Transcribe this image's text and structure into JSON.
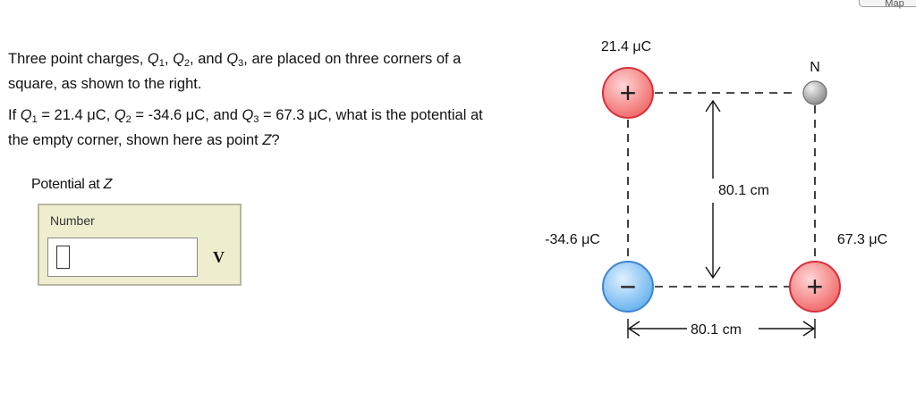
{
  "top_button": {
    "label": "Map"
  },
  "problem": {
    "line1_a": "Three point charges, ",
    "q1": "Q",
    "q1_sub": "1",
    "sep1": ", ",
    "q2": "Q",
    "q2_sub": "2",
    "sep2": ", and ",
    "q3": "Q",
    "q3_sub": "3",
    "line1_b": ", are placed on three corners of a square, as shown to the right.",
    "line2_a": "If ",
    "v1": " = 21.4 μC, ",
    "v2": " = -34.6 μC, and ",
    "v3": " = 67.3 μC, what is the potential at the empty corner, shown here as point ",
    "z": "Z",
    "end": "?"
  },
  "answer": {
    "label_prefix": "Potential at ",
    "label_var": "Z",
    "number_label": "Number",
    "unit": "V",
    "value": ""
  },
  "diagram": {
    "q1_label": "21.4 μC",
    "q1_sign": "+",
    "q2_label": "-34.6 μC",
    "q2_sign": "−",
    "q3_label": "67.3 μC",
    "q3_sign": "+",
    "z_label": "N",
    "side_vertical": "80.1 cm",
    "side_horizontal": "80.1 cm",
    "colors": {
      "positive": "#f26d6d",
      "negative": "#6cb4ef",
      "empty": "#9a9a9a"
    }
  }
}
